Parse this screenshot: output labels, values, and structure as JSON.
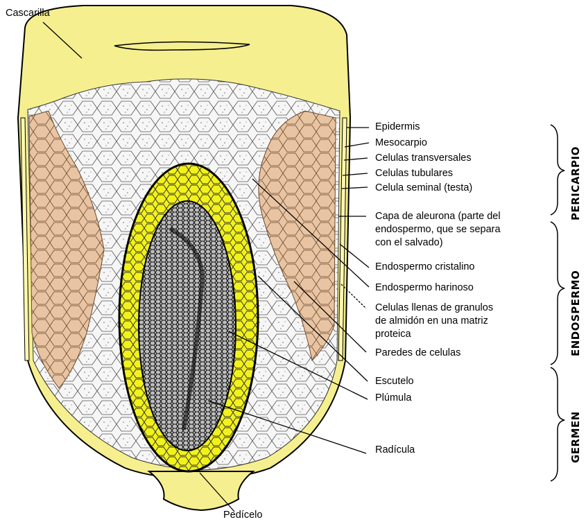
{
  "labels": {
    "cascarilla": "Cascarilla",
    "epidermis": "Epidermis",
    "mesocarpio": "Mesocarpio",
    "celulas_transversales": "Celulas transversales",
    "celulas_tubulares": "Celulas tubulares",
    "celula_seminal": "Celula seminal (testa)",
    "capa_aleurona": [
      "Capa de aleurona (parte del",
      "endospermo, que se separa",
      "con el salvado)"
    ],
    "endospermo_cristalino": "Endospermo cristalino",
    "endospermo_harinoso": "Endospermo harinoso",
    "celulas_llenas": [
      "Celulas llenas de granulos",
      "de almidón en una matriz",
      "proteica"
    ],
    "paredes_celulas": "Paredes de celulas",
    "escutelo": "Escutelo",
    "plumula": "Plúmula",
    "radicula": "Radícula",
    "pedicelo": "Pedícelo"
  },
  "sections": {
    "pericarpio": "PERICARPIO",
    "endospermo": "ENDOSPERMO",
    "germen": "GERMEN"
  },
  "colors": {
    "hull": "#f5ef8f",
    "horny_endosperm": "#e9c6a6",
    "floury_endosperm": "#f4f4f4",
    "germ_ring": "#eeee1a",
    "germ_core": "#222222",
    "line": "#000000"
  }
}
